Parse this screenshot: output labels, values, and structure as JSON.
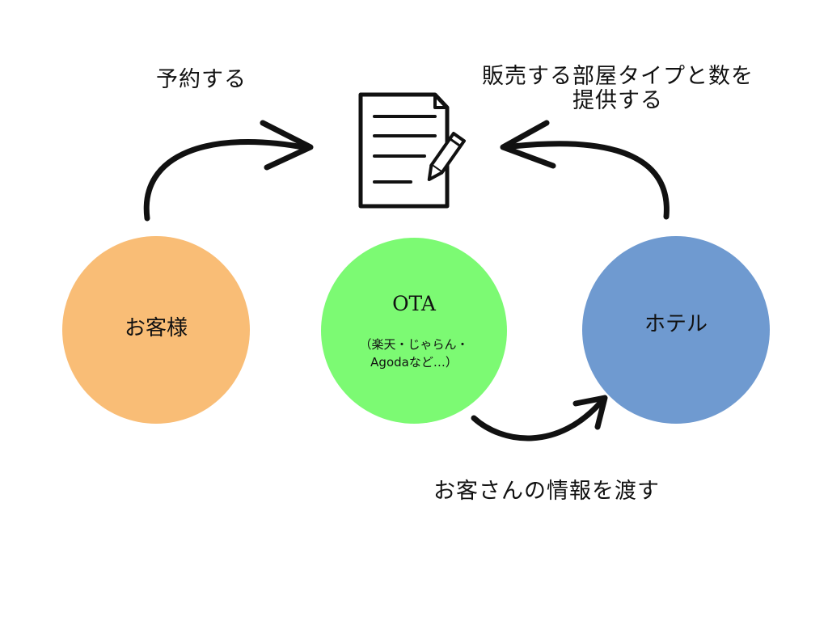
{
  "labels": {
    "reserve": "予約する",
    "provide_line1": "販売する部屋タイプと数を",
    "provide_line2": "提供する",
    "pass_info": "お客さんの情報を渡す"
  },
  "nodes": {
    "customer": {
      "label": "お客様",
      "color": "#F9BD76"
    },
    "ota": {
      "title": "OTA",
      "sub_line1": "（楽天・じゃらん・",
      "sub_line2": "Agodaなど…）",
      "color": "#7CFA73"
    },
    "hotel": {
      "label": "ホテル",
      "color": "#6F9AD0"
    }
  },
  "icons": {
    "document": "document-with-pencil-icon"
  }
}
